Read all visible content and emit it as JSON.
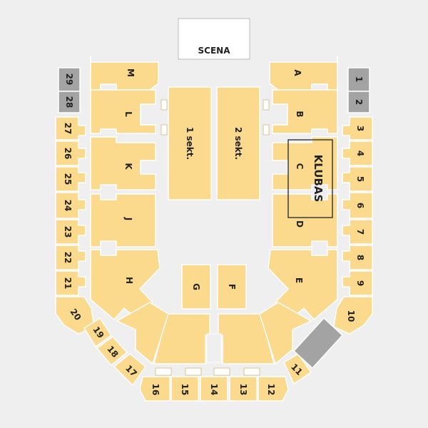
{
  "stage": {
    "label": "SCENA"
  },
  "zone": {
    "label": "KLUBAS"
  },
  "floor": [
    {
      "id": "sec-1",
      "label": "1 sekt."
    },
    {
      "id": "sec-2",
      "label": "2 sekt."
    },
    {
      "id": "sec-G",
      "label": "G"
    },
    {
      "id": "sec-F",
      "label": "F"
    }
  ],
  "lower_left": [
    {
      "id": "M",
      "label": "M"
    },
    {
      "id": "L",
      "label": "L"
    },
    {
      "id": "K",
      "label": "K"
    },
    {
      "id": "J",
      "label": "J"
    },
    {
      "id": "H",
      "label": "H"
    }
  ],
  "lower_right": [
    {
      "id": "A",
      "label": "A"
    },
    {
      "id": "B",
      "label": "B"
    },
    {
      "id": "C",
      "label": "C"
    },
    {
      "id": "D",
      "label": "D"
    },
    {
      "id": "E",
      "label": "E"
    }
  ],
  "upper_left": [
    {
      "id": "29",
      "label": "29",
      "status": "sold"
    },
    {
      "id": "28",
      "label": "28",
      "status": "sold"
    },
    {
      "id": "27",
      "label": "27"
    },
    {
      "id": "26",
      "label": "26"
    },
    {
      "id": "25",
      "label": "25"
    },
    {
      "id": "24",
      "label": "24"
    },
    {
      "id": "23",
      "label": "23"
    },
    {
      "id": "22",
      "label": "22"
    },
    {
      "id": "21",
      "label": "21"
    }
  ],
  "upper_right": [
    {
      "id": "1",
      "label": "1",
      "status": "sold"
    },
    {
      "id": "2",
      "label": "2",
      "status": "sold"
    },
    {
      "id": "3",
      "label": "3"
    },
    {
      "id": "4",
      "label": "4"
    },
    {
      "id": "5",
      "label": "5"
    },
    {
      "id": "6",
      "label": "6"
    },
    {
      "id": "7",
      "label": "7"
    },
    {
      "id": "8",
      "label": "8"
    },
    {
      "id": "9",
      "label": "9"
    }
  ],
  "bottom": [
    {
      "id": "20",
      "label": "20"
    },
    {
      "id": "19",
      "label": "19"
    },
    {
      "id": "18",
      "label": "18"
    },
    {
      "id": "17",
      "label": "17"
    },
    {
      "id": "16",
      "label": "16"
    },
    {
      "id": "15",
      "label": "15"
    },
    {
      "id": "14",
      "label": "14"
    },
    {
      "id": "13",
      "label": "13"
    },
    {
      "id": "12",
      "label": "12"
    },
    {
      "id": "11",
      "label": "11"
    },
    {
      "id": "10",
      "label": "10"
    }
  ],
  "colors": {
    "available": "#fbd98d",
    "sold": "#a3a3a3",
    "background": "#efefef"
  }
}
